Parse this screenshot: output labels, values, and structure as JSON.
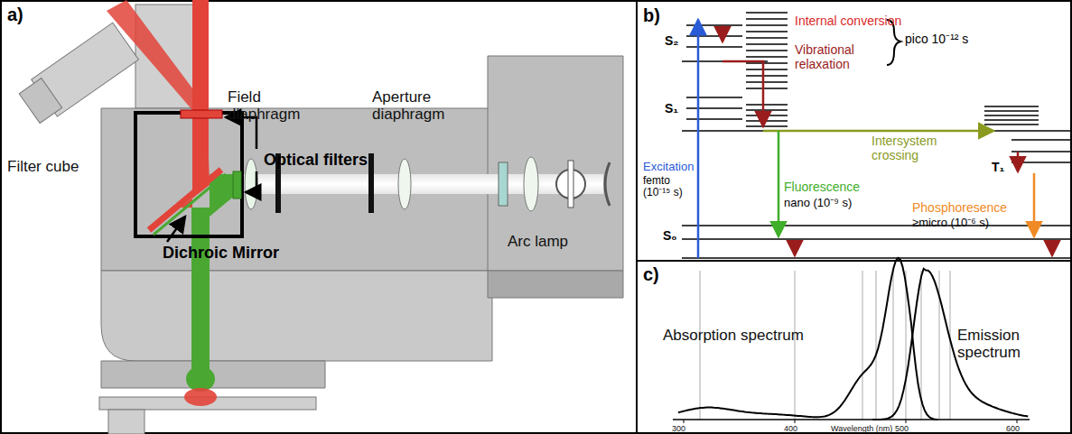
{
  "diagram": {
    "nodes": [
      {
        "text": [
          "Filter cube"
        ]
      },
      {
        "text": [
          "Arc lamp"
        ]
      }
    ],
    "labels": [
      "a)",
      "Field diaphragm",
      "Aperture diaphragm",
      "Optical filters",
      "Dichroic Mirror",
      "b)",
      "S₂",
      "Internal conversion",
      "Vibrational relaxation",
      "pico 10⁻¹² s",
      "S₁",
      "Excitation",
      "femto (10⁻¹⁵ s)",
      "Intersystem crossing",
      "T₁",
      "Fluorescence",
      "nano (10⁻⁹ s)",
      "Phosphoresence",
      "≥micro (10⁻⁶ s)",
      "S₀",
      "c)",
      "Absorption spectrum",
      "Emission spectrum",
      "300",
      "400",
      "500",
      "600",
      "Wavelength (nm)"
    ]
  }
}
